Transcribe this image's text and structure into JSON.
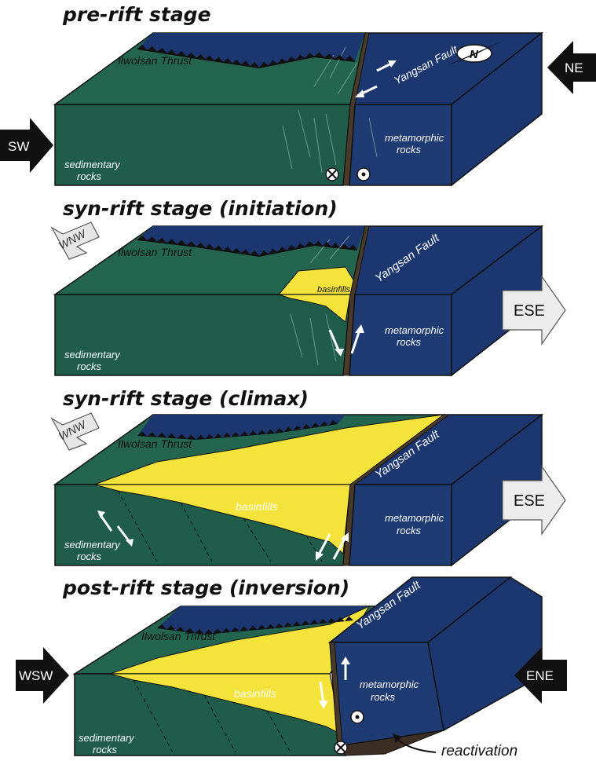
{
  "panels": [
    {
      "title": "pre-rift stage",
      "thrust": "Ilwolsan Thrust",
      "fault": "Yangsan Fault",
      "north": "N",
      "left_arrow": "SW",
      "right_arrow": "NE",
      "sedimentary_1": "sedimentary",
      "sedimentary_2": "rocks",
      "metamorphic_1": "metamorphic",
      "metamorphic_2": "rocks"
    },
    {
      "title": "syn-rift stage (initiation)",
      "thrust": "Ilwolsan Thrust",
      "fault": "Yangsan Fault",
      "basinfills": "basinfills",
      "left_arrow": "WNW",
      "right_arrow": "ESE",
      "sedimentary_1": "sedimentary",
      "sedimentary_2": "rocks",
      "metamorphic_1": "metamorphic",
      "metamorphic_2": "rocks"
    },
    {
      "title": "syn-rift stage (climax)",
      "thrust": "Ilwolsan Thrust",
      "fault": "Yangsan Fault",
      "basinfills": "basinfills",
      "left_arrow": "WNW",
      "right_arrow": "ESE",
      "sedimentary_1": "sedimentary",
      "sedimentary_2": "rocks",
      "metamorphic_1": "metamorphic",
      "metamorphic_2": "rocks"
    },
    {
      "title": "post-rift stage (inversion)",
      "thrust": "Ilwolsan Thrust",
      "fault": "Yangsan Fault",
      "basinfills": "basinfills",
      "left_arrow": "WSW",
      "right_arrow": "ENE",
      "sedimentary_1": "sedimentary",
      "sedimentary_2": "rocks",
      "metamorphic_1": "metamorphic",
      "metamorphic_2": "rocks",
      "reactivation": "reactivation"
    }
  ],
  "colors": {
    "sedimentary": "#1f5d4a",
    "sedimentary_top": "#24654f",
    "metamorphic": "#1e3b73",
    "metamorphic_top": "#1c3670",
    "basinfill": "#f3e33a",
    "fault_zone": "#4a3a2a"
  }
}
